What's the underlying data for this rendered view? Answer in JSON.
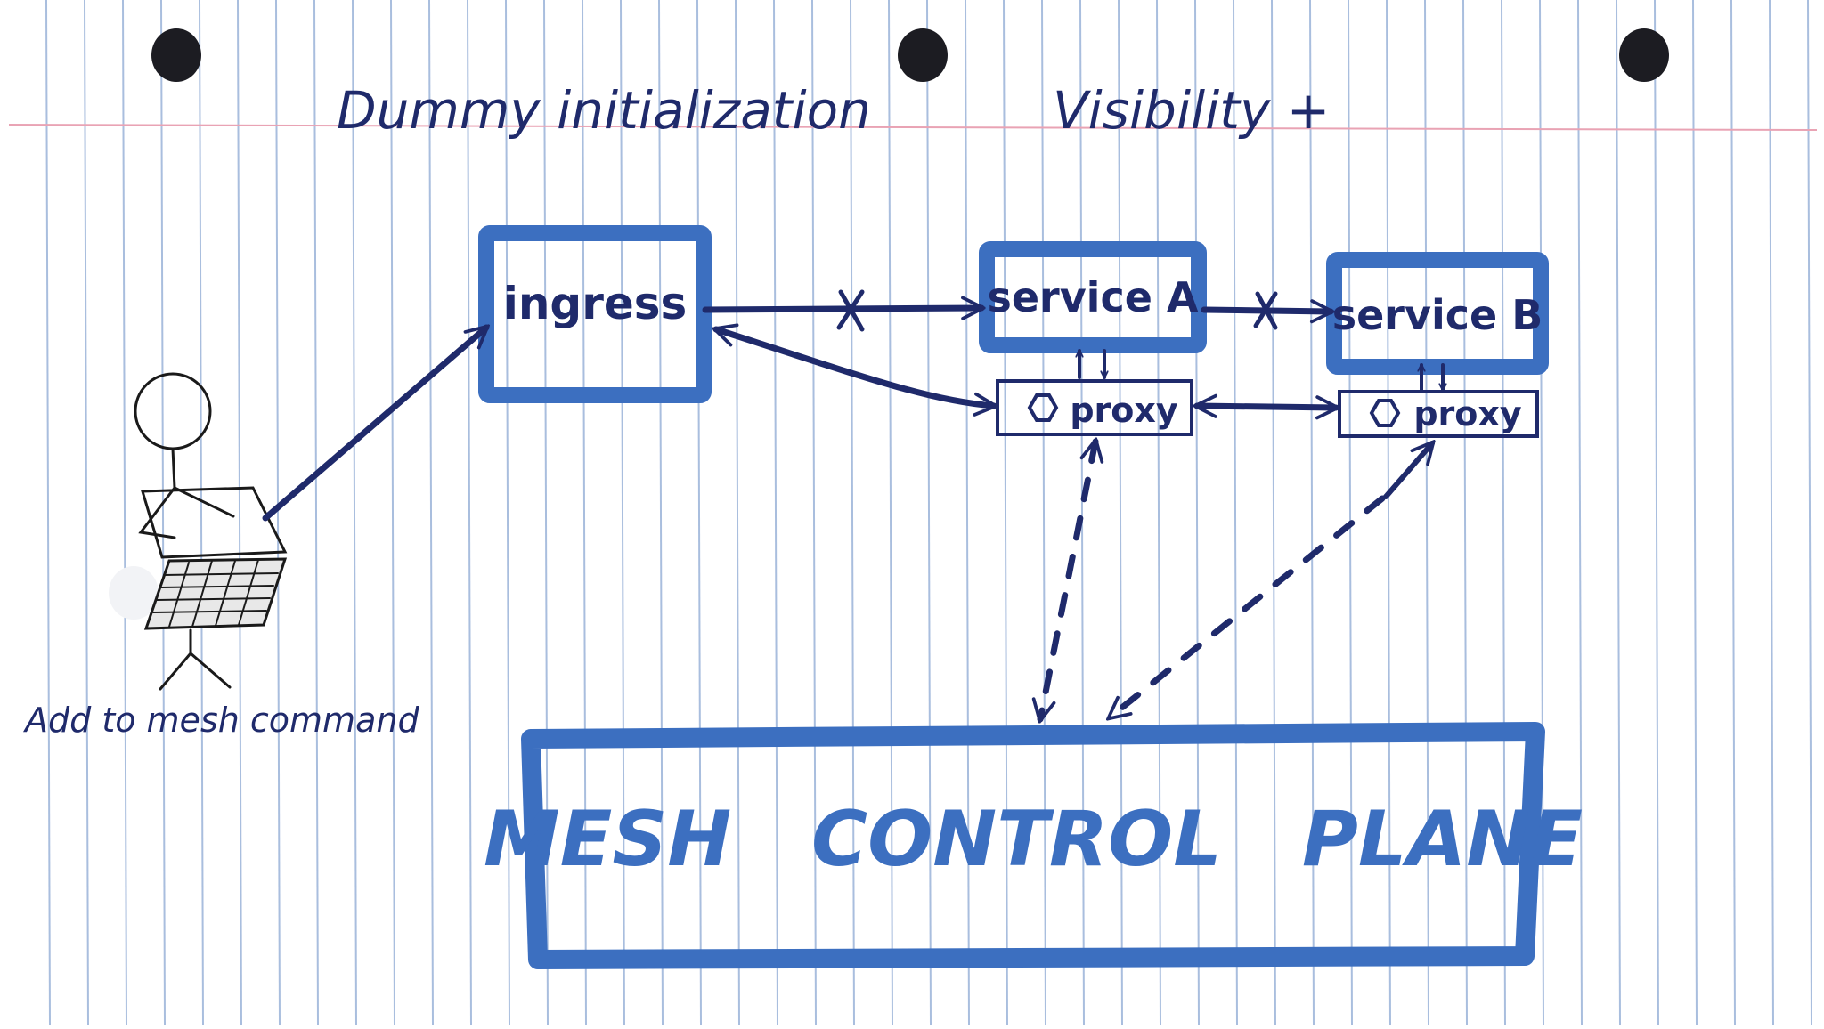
{
  "headings": {
    "left": "Dummy initialization",
    "right": "Visibility +"
  },
  "user": {
    "caption": "Add to mesh command"
  },
  "nodes": {
    "ingress": "ingress",
    "service_a": "service A",
    "service_b": "service B",
    "proxy_a": "proxy",
    "proxy_b": "proxy",
    "control_plane": "MESH   CONTROL   PLANE"
  },
  "colors": {
    "paper": "#ffffff",
    "rule_line": "#a9bede",
    "margin_line": "#e9a3b4",
    "box_blue": "#3c6fc0",
    "ink": "#1f2a6b",
    "hole": "#1c1c22"
  },
  "icons": {
    "proxy_icon": "hexagon"
  }
}
